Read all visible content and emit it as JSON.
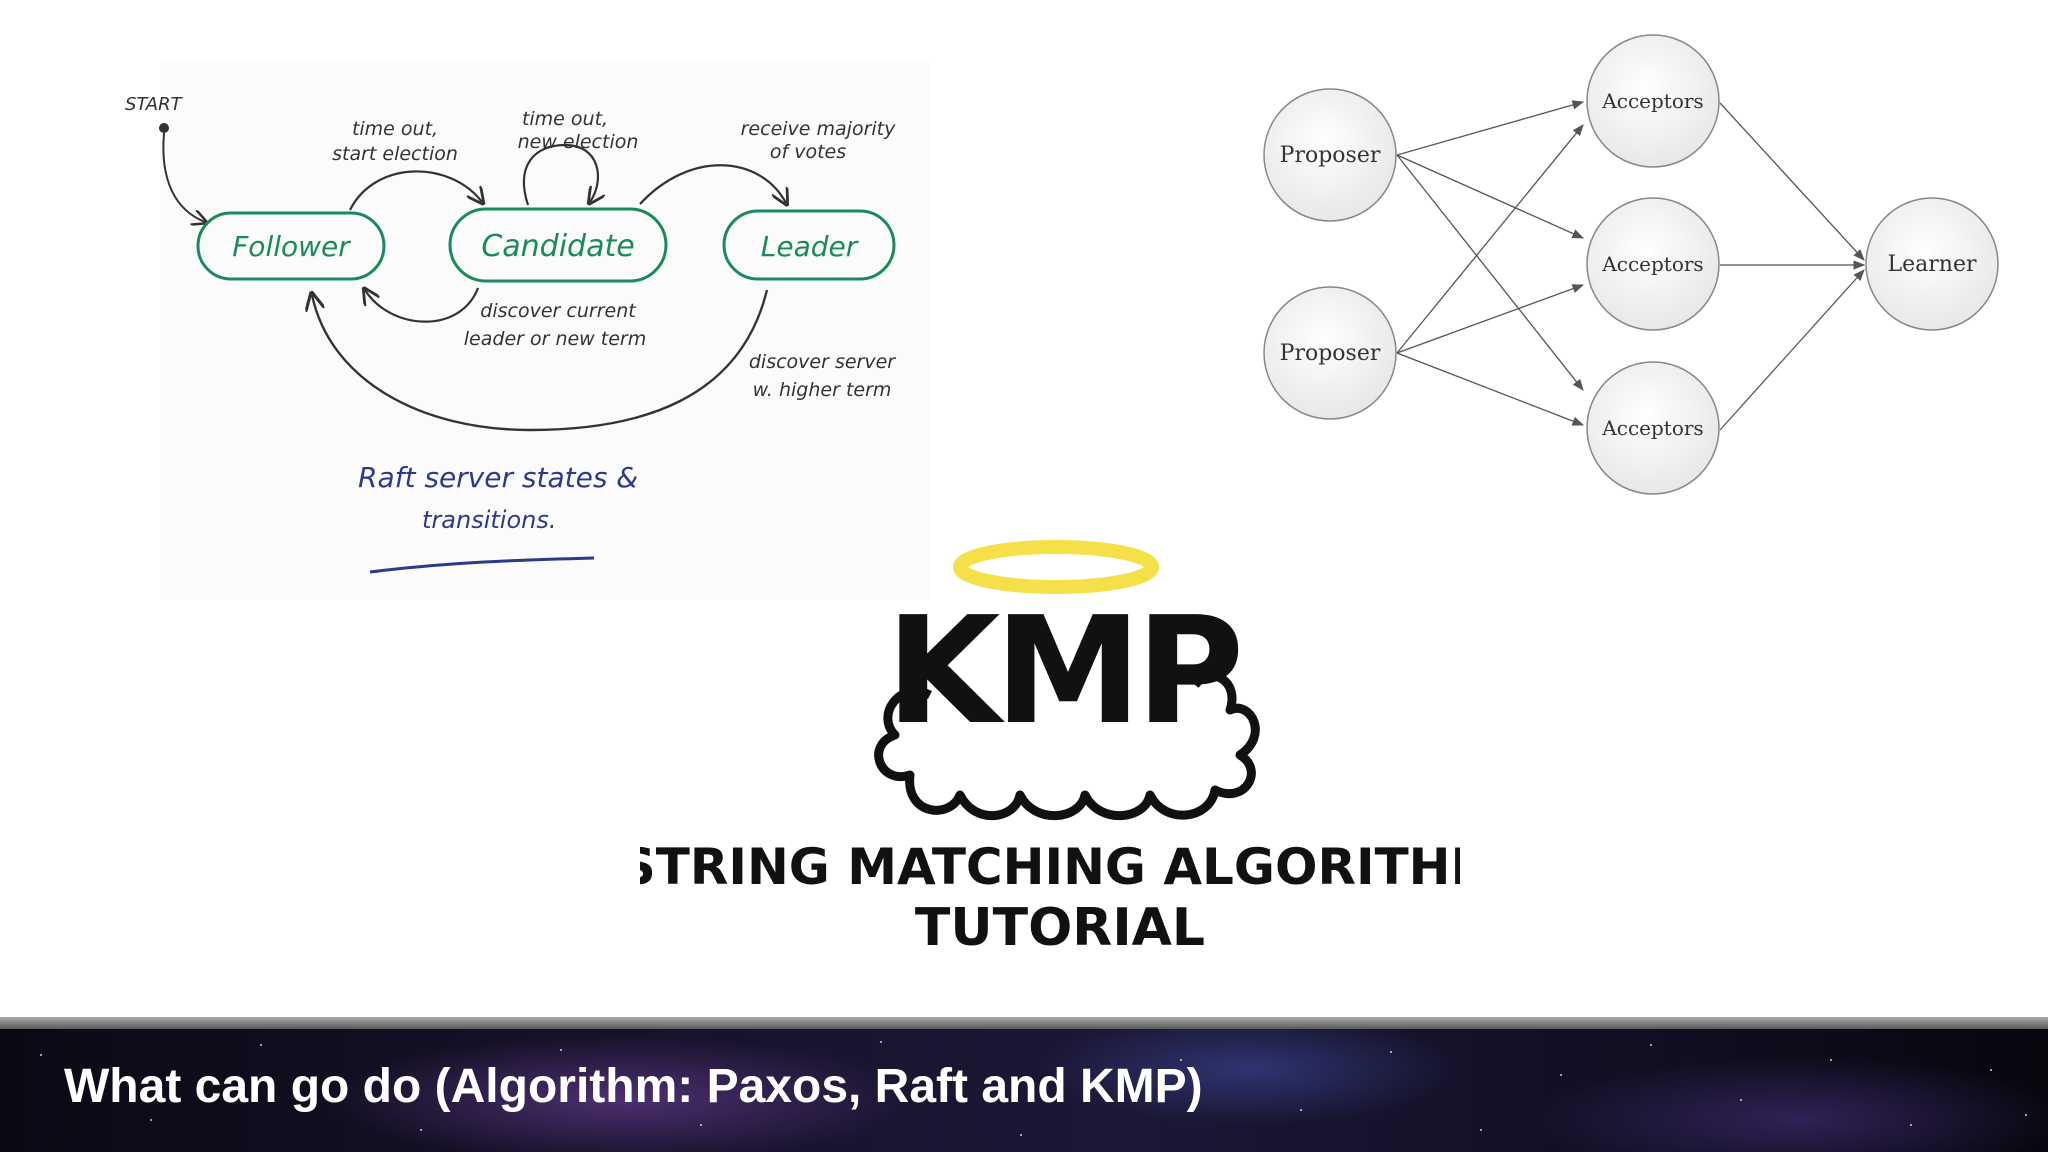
{
  "raft": {
    "start_label": "START",
    "states": {
      "follower": "Follower",
      "candidate": "Candidate",
      "leader": "Leader"
    },
    "transitions": {
      "follower_to_candidate_1": "time out,",
      "follower_to_candidate_2": "start election",
      "candidate_self_1": "time out,",
      "candidate_self_2": "new election",
      "candidate_to_leader_1": "receive majority",
      "candidate_to_leader_2": "of votes",
      "candidate_to_follower_1": "discover current",
      "candidate_to_follower_2": "leader or new term",
      "leader_to_follower_1": "discover server",
      "leader_to_follower_2": "w. higher term"
    },
    "caption_1": "Raft server states &",
    "caption_2": "transitions.",
    "colors": {
      "state": "#1a8a5a",
      "ink": "#333333",
      "caption": "#2b3a8a"
    }
  },
  "paxos": {
    "proposers": [
      "Proposer",
      "Proposer"
    ],
    "acceptors": [
      "Acceptors",
      "Acceptors",
      "Acceptors"
    ],
    "learner": "Learner"
  },
  "kmp": {
    "title": "KMP",
    "subtitle_1": "STRING MATCHING ALGORITHM",
    "subtitle_2": "TUTORIAL",
    "halo_color": "#f5e04a"
  },
  "footer": {
    "title": "What can go do (Algorithm: Paxos, Raft and KMP)"
  }
}
